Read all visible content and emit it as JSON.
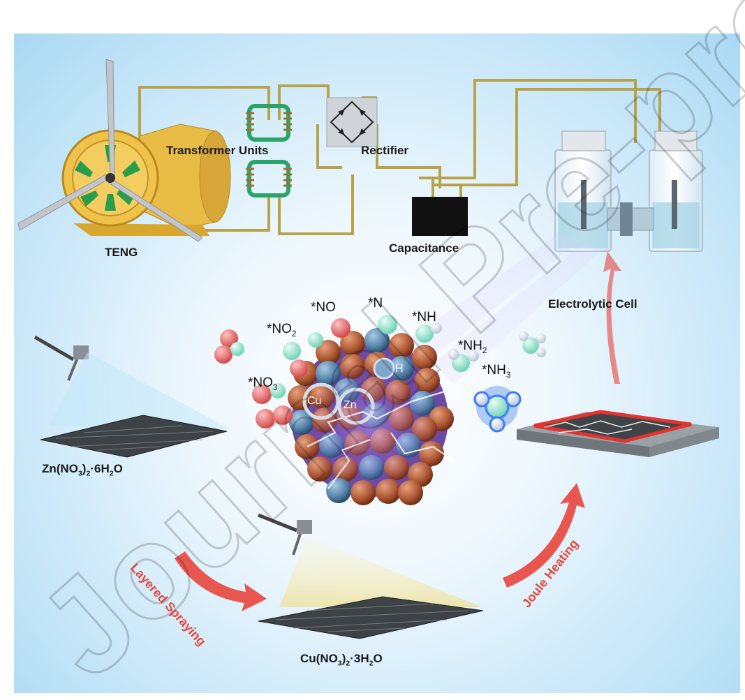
{
  "labels": {
    "teng": "TENG",
    "transformer": "Transformer Units",
    "rectifier": "Rectifier",
    "capacitance": "Capacitance",
    "cell": "Electrolytic Cell",
    "zn_precursor": "Zn(NO3)2·6H2O",
    "cu_precursor": "Cu(NO3)2·3H2O",
    "spraying": "Layered Spraying",
    "heating": "Joule Heating",
    "cu_atom": "Cu",
    "zn_atom": "Zn",
    "h_atom": "H"
  },
  "intermediates": [
    "*NO3",
    "*NO2",
    "*NO",
    "*N",
    "*NH",
    "*NH2",
    "*NH3"
  ],
  "watermark": "Journal Pre-proof",
  "colors": {
    "wire": "#b8a24a",
    "coil": "#2aa36a",
    "teng_body": "#e2b23a",
    "arrow": "#e8453c",
    "cu_sphere": "#b5613b",
    "zn_sphere": "#5b8fb8"
  }
}
